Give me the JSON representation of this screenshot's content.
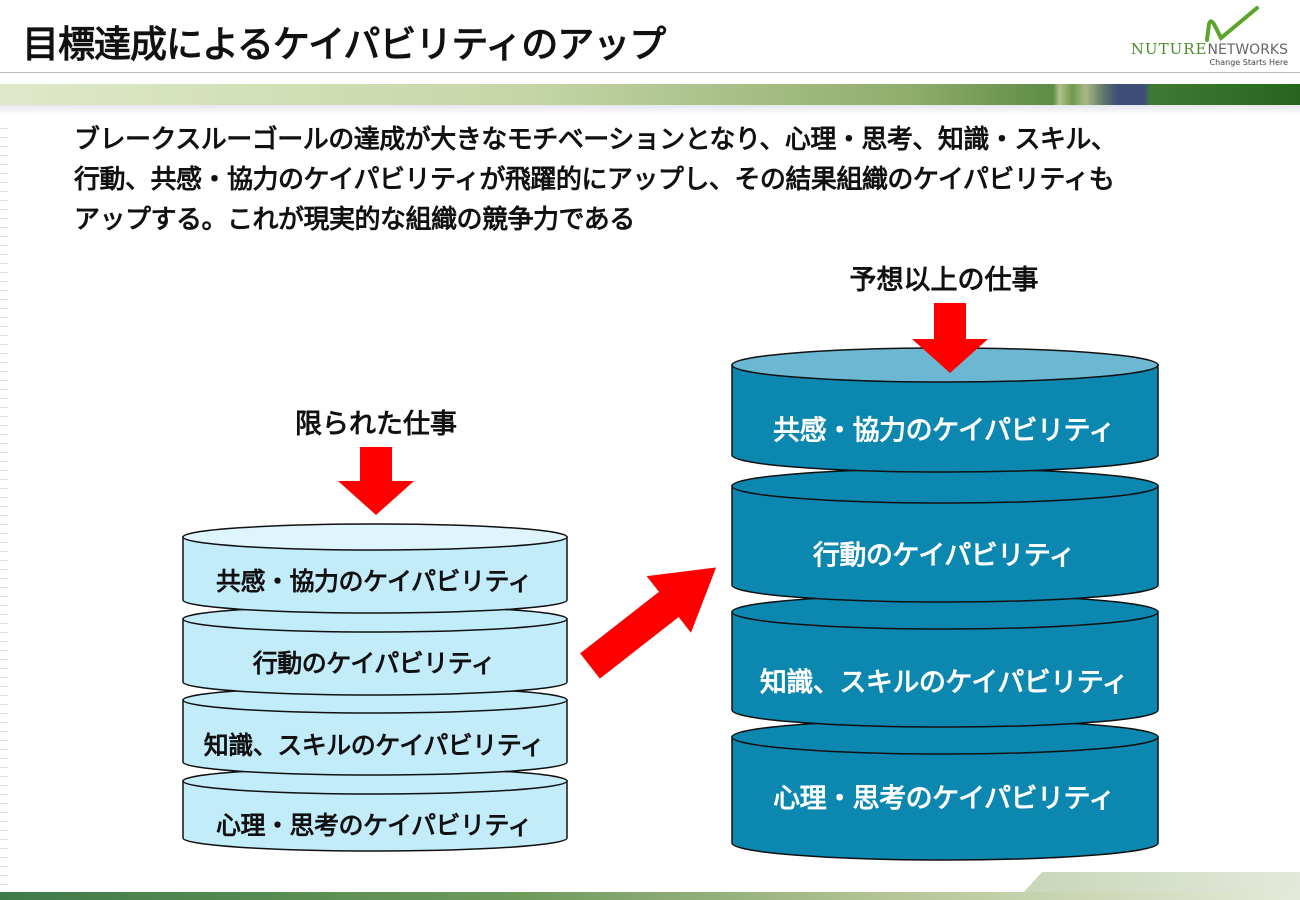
{
  "title": "目標達成によるケイパビリティのアップ",
  "logo": {
    "brand_a": "NUTURE",
    "brand_b": "NETWORKS",
    "tagline": "Change Starts Here"
  },
  "body": [
    "ブレークスルーゴールの達成が大きなモチベーションとなり、心理・思考、知識・スキル、",
    "行動、共感・協力のケイパビリティが飛躍的にアップし、その結果組織のケイパビリティも",
    "アップする。これが現実的な組織の競争力である"
  ],
  "left": {
    "label": "限られた仕事",
    "layers": [
      "共感・協力のケイパビリティ",
      "行動のケイパビリティ",
      "知識、スキルのケイパビリティ",
      "心理・思考のケイパビリティ"
    ],
    "color": "#c3ecfb"
  },
  "right": {
    "label": "予想以上の仕事",
    "layers": [
      "共感・協力のケイパビリティ",
      "行動のケイパビリティ",
      "知識、スキルのケイパビリティ",
      "心理・思考のケイパビリティ"
    ],
    "color": "#0b87b0"
  },
  "colors": {
    "arrow": "#ff0000"
  }
}
